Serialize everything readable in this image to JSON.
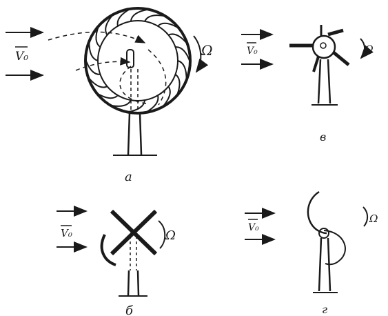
{
  "figure": {
    "panels": [
      {
        "id": "a",
        "caption": "а",
        "wind_label": "V₀",
        "rotation_label": "Ω"
      },
      {
        "id": "b",
        "caption": "б",
        "wind_label": "V₀",
        "rotation_label": "Ω"
      },
      {
        "id": "v",
        "caption": "в",
        "wind_label": "V₀",
        "rotation_label": "Ω"
      },
      {
        "id": "g",
        "caption": "г",
        "wind_label": "V₀",
        "rotation_label": "Ω"
      }
    ],
    "colors": {
      "ink": "#1a1a1a",
      "background": "#ffffff"
    }
  }
}
